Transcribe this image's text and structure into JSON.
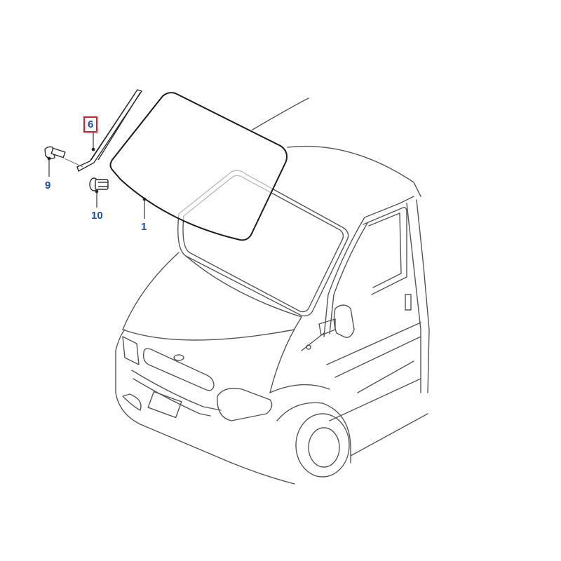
{
  "diagram": {
    "type": "exploded-parts-diagram",
    "subject": "Van windscreen assembly",
    "colors": {
      "line": "#3a3a3a",
      "callout_text": "#1c4fa8",
      "highlight_box": "#d4202a"
    },
    "callouts": [
      {
        "id": "1",
        "label": "1",
        "part": "windscreen-glass",
        "highlighted": false
      },
      {
        "id": "6",
        "label": "6",
        "part": "a-pillar-moulding",
        "highlighted": true
      },
      {
        "id": "9",
        "label": "9",
        "part": "bolt",
        "highlighted": false
      },
      {
        "id": "10",
        "label": "10",
        "part": "clip",
        "highlighted": false
      }
    ]
  }
}
